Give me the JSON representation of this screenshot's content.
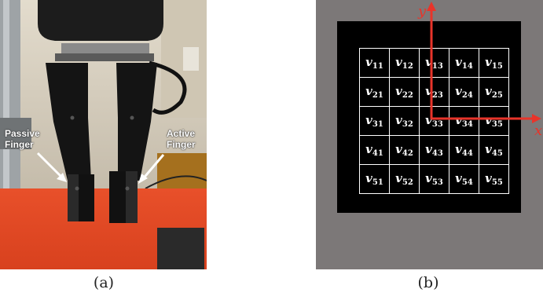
{
  "panel_a": {
    "caption": "(a)",
    "passive_label": [
      "Passive",
      "Finger"
    ],
    "active_label": [
      "Active",
      "Finger"
    ]
  },
  "panel_b": {
    "caption": "(b)",
    "axis_x": "x",
    "axis_y": "y",
    "grid": [
      [
        {
          "base": "v",
          "sub": "11"
        },
        {
          "base": "v",
          "sub": "12"
        },
        {
          "base": "v",
          "sub": "13"
        },
        {
          "base": "v",
          "sub": "14"
        },
        {
          "base": "v",
          "sub": "15"
        }
      ],
      [
        {
          "base": "v",
          "sub": "21"
        },
        {
          "base": "v",
          "sub": "22"
        },
        {
          "base": "v",
          "sub": "23"
        },
        {
          "base": "v",
          "sub": "24"
        },
        {
          "base": "v",
          "sub": "25"
        }
      ],
      [
        {
          "base": "v",
          "sub": "31"
        },
        {
          "base": "v",
          "sub": "32"
        },
        {
          "base": "v",
          "sub": "33"
        },
        {
          "base": "v",
          "sub": "34"
        },
        {
          "base": "v",
          "sub": "35"
        }
      ],
      [
        {
          "base": "v",
          "sub": "41"
        },
        {
          "base": "v",
          "sub": "42"
        },
        {
          "base": "v",
          "sub": "43"
        },
        {
          "base": "v",
          "sub": "44"
        },
        {
          "base": "v",
          "sub": "45"
        }
      ],
      [
        {
          "base": "v",
          "sub": "51"
        },
        {
          "base": "v",
          "sub": "52"
        },
        {
          "base": "v",
          "sub": "53"
        },
        {
          "base": "v",
          "sub": "54"
        },
        {
          "base": "v",
          "sub": "55"
        }
      ]
    ],
    "colors": {
      "sensor_bg": "#7c7878",
      "pad": "#000000",
      "grid_line": "#ffffff",
      "axis": "#e8342a"
    }
  }
}
